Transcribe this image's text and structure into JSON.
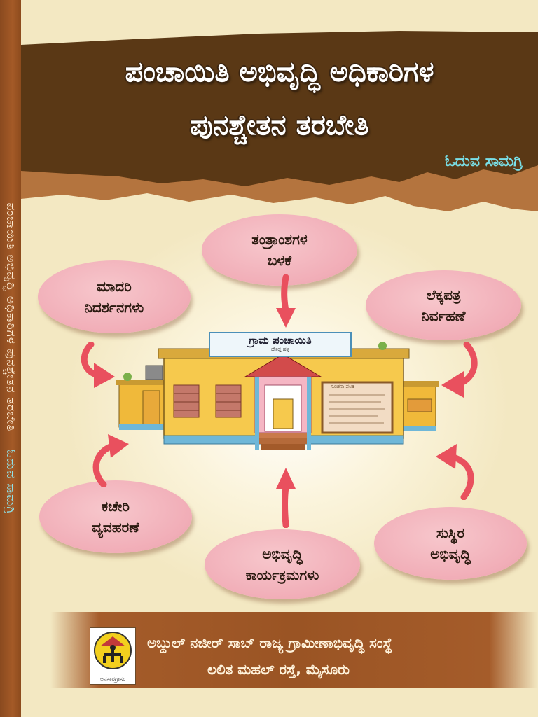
{
  "title": {
    "line1": "ಪಂಚಾಯಿತಿ ಅಭಿವೃದ್ಧಿ ಅಧಿಕಾರಿಗಳ",
    "line2": "ಪುನಶ್ಚೇತನ ತರಬೇತಿ",
    "subtitle": "ಓದುವ ಸಾಮಗ್ರಿ"
  },
  "spine": {
    "title": "ಪಂಚಾಯಿತಿ ಅಭಿವೃದ್ಧಿ ಅಧಿಕಾರಿಗಳ ಪುನಶ್ಚೇತನ ತರಬೇತಿ",
    "subtitle": "ಓದುವ ಸಾಮಗ್ರಿ"
  },
  "bubbles": [
    {
      "id": "tantramsha",
      "line1": "ತಂತ್ರಾಂಶಗಳ",
      "line2": "ಬಳಕೆ"
    },
    {
      "id": "madari",
      "line1": "ಮಾದರಿ",
      "line2": "ನಿದರ್ಶನಗಳು"
    },
    {
      "id": "lekkapatra",
      "line1": "ಲೆಕ್ಕಪತ್ರ",
      "line2": "ನಿರ್ವಹಣೆ"
    },
    {
      "id": "kacheri",
      "line1": "ಕಚೇರಿ",
      "line2": "ವ್ಯವಹರಣೆ"
    },
    {
      "id": "abhivruddhi",
      "line1": "ಅಭಿವೃದ್ಧಿ",
      "line2": "ಕಾರ್ಯಕ್ರಮಗಳು"
    },
    {
      "id": "susthira",
      "line1": "ಸುಸ್ಥಿರ",
      "line2": "ಅಭಿವೃದ್ಧಿ"
    }
  ],
  "building": {
    "sign": "ಗ್ರಾಮ ಪಂಚಾಯಿತಿ",
    "sign_sub": "ದೊಡ್ಡ ಹಳ್ಳಿ",
    "board_title": "ಸೂಚನಾ ಫಲಕ"
  },
  "footer": {
    "org_line1": "ಅಬ್ದುಲ್ ನಜೀರ್ ಸಾಬ್ ರಾಜ್ಯ ಗ್ರಾಮೀಣಾಭಿವೃದ್ಧಿ ಸಂಸ್ಥೆ",
    "org_line2": "ಲಲಿತ ಮಹಲ್ ರಸ್ತೆ, ಮೈಸೂರು",
    "logo_caption": "ಅನಸಾರಗ್ರಾಸಂ"
  },
  "colors": {
    "background": "#f3e8c2",
    "title_band": "#5a3815",
    "bubble": "#f1adb7",
    "arrow": "#e9505e",
    "building_wall": "#f6c94d",
    "spine": "#a45a27"
  }
}
